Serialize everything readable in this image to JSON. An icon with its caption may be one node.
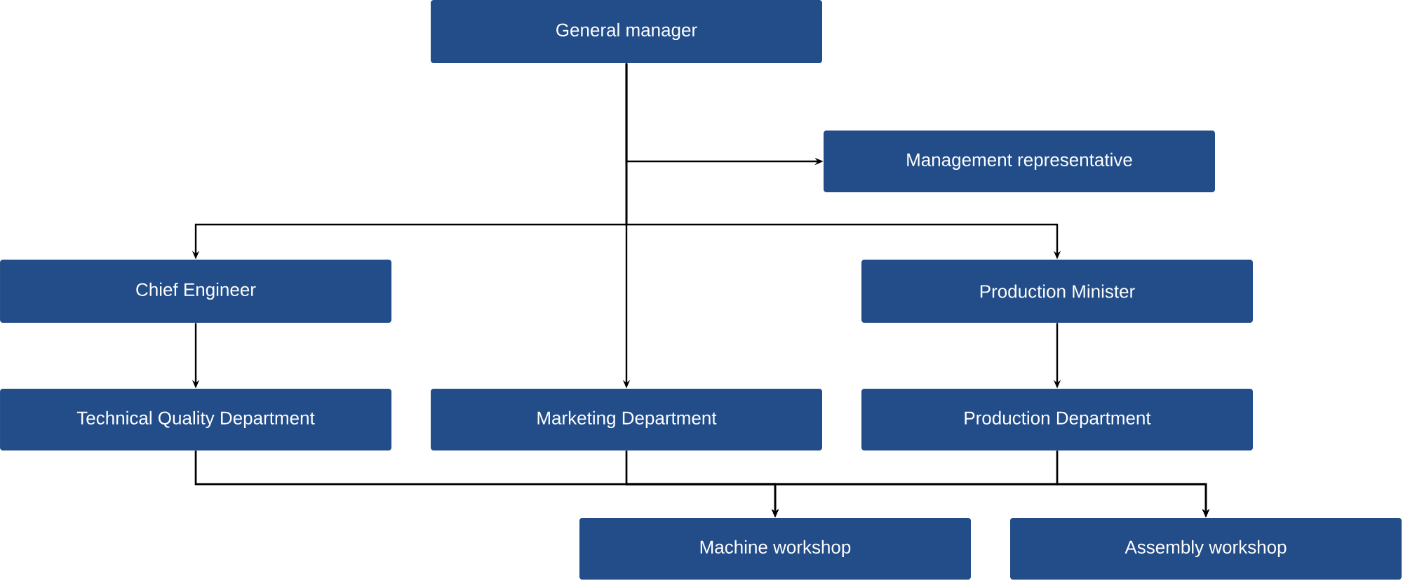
{
  "diagram": {
    "nodes": [
      {
        "text": [
          "General manager"
        ]
      },
      {
        "text": [
          "Management representative"
        ]
      },
      {
        "text": [
          "Chief Engineer"
        ]
      },
      {
        "text": [
          "Production Minister"
        ]
      },
      {
        "text": [
          "Technical Quality Department"
        ]
      },
      {
        "text": [
          "Marketing Department"
        ]
      },
      {
        "text": [
          "Production Department"
        ]
      },
      {
        "text": [
          "Machine workshop"
        ]
      },
      {
        "text": [
          "Assembly workshop"
        ]
      }
    ],
    "edges": [
      {
        "from": 0,
        "to": 1,
        "arrow": "to"
      },
      {
        "from": 0,
        "to": 2,
        "arrow": "to"
      },
      {
        "from": 0,
        "to": 3,
        "arrow": "to"
      },
      {
        "from": 0,
        "to": 5,
        "arrow": "to"
      },
      {
        "from": 2,
        "to": 4,
        "arrow": "to"
      },
      {
        "from": 3,
        "to": 6,
        "arrow": "to"
      },
      {
        "from": 4,
        "to": 7,
        "arrow": "to"
      },
      {
        "from": 4,
        "to": 8,
        "arrow": "to"
      },
      {
        "from": 5,
        "to": 7,
        "arrow": "to"
      },
      {
        "from": 5,
        "to": 8,
        "arrow": "to"
      },
      {
        "from": 6,
        "to": 7,
        "arrow": "to"
      },
      {
        "from": 6,
        "to": 8,
        "arrow": "to"
      }
    ]
  }
}
